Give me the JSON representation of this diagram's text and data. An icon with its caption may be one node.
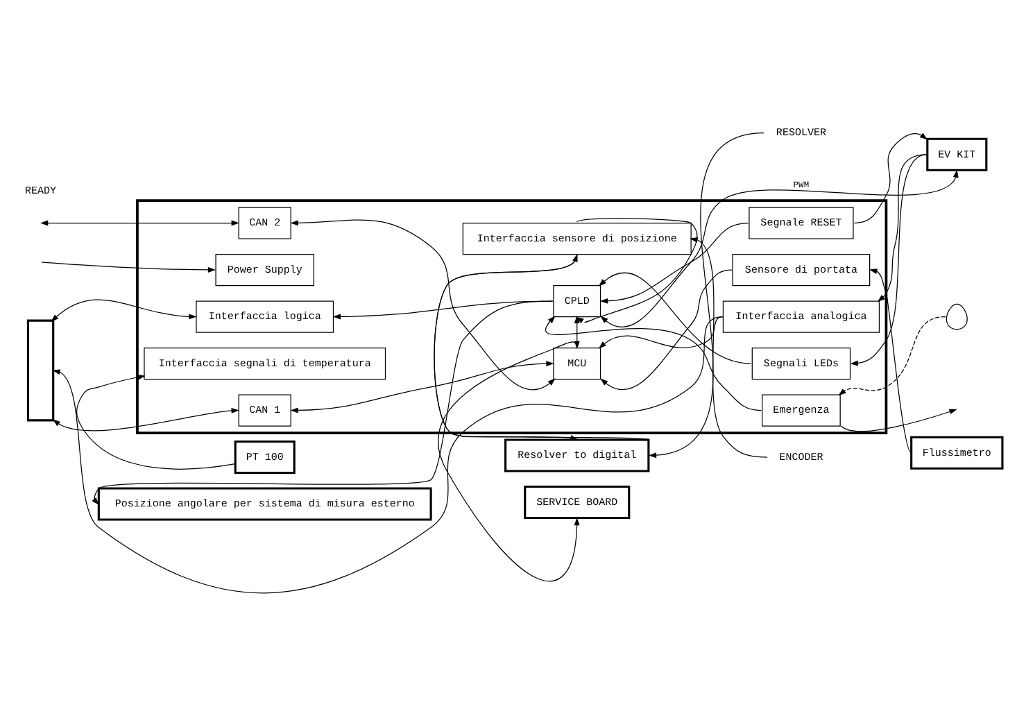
{
  "diagram": {
    "nodes": [
      {
        "text": [
          "PT 100"
        ]
      },
      {
        "text": [
          "SERVICE BOARD"
        ]
      },
      {
        "text": [],
        "shape": "box"
      },
      {
        "text": [
          "Interfaccia segnali di temperatura"
        ],
        "in": 2
      },
      {
        "text": [],
        "shape": "box"
      },
      {
        "text": [
          "Interfaccia analogica"
        ],
        "in": 2
      },
      {
        "text": [
          "EV KIT"
        ]
      },
      {
        "text": [
          "MCU"
        ],
        "in": 2
      },
      {
        "text": [
          "Segnali LEDs"
        ],
        "in": 2
      },
      {
        "text": [
          "Interfaccia logica"
        ],
        "in": 2
      },
      {
        "text": [
          "CPLD"
        ],
        "in": 2
      },
      {
        "text": [
          "Segnale RESET"
        ],
        "in": 2
      },
      {
        "text": [
          "CAN 1"
        ],
        "in": 2
      },
      {
        "text": [
          "CAN 2"
        ],
        "in": 2
      },
      {
        "text": [
          "Sensore di portata"
        ],
        "in": 2
      },
      {
        "text": [
          "Flussimetro"
        ]
      },
      {
        "text": [
          "Power Supply"
        ],
        "in": 2
      },
      {
        "text": [
          "Interfaccia sensore di posizione"
        ],
        "in": 2
      },
      {
        "text": [
          "Emergenza"
        ],
        "in": 2
      },
      {
        "text": [],
        "shape": "button"
      },
      {
        "text": [
          "Posizione angolare per sistema di misura esterno"
        ]
      },
      {
        "text": [
          "Resolver to digital"
        ]
      },
      {
        "text": [
          "ENCODER"
        ]
      },
      {
        "text": [
          "RESOLVER"
        ]
      }
    ],
    "edges": [
      {
        "from": 0,
        "to": 3,
        "arrow": "to"
      },
      {
        "from": 7,
        "to": 1,
        "arrow": "to"
      },
      {
        "from": 5,
        "to": 4,
        "arrow": "to"
      },
      {
        "from": 5,
        "to": 7,
        "arrow": "to"
      },
      {
        "from": 6,
        "to": 5,
        "arrow": "to"
      },
      {
        "from": 6,
        "to": 8,
        "arrow": "to"
      },
      {
        "from": 8,
        "to": 10,
        "arrow": "to"
      },
      {
        "from": 11,
        "to": 10,
        "arrow": "to"
      },
      {
        "from": 11,
        "to": 6,
        "arrow": "to"
      },
      {
        "from": 10,
        "to": 6,
        "arrow": "both",
        "label": "PWM"
      },
      {
        "from": 7,
        "to": 10,
        "arrow": "both"
      },
      {
        "from": 4,
        "to": 9,
        "arrow": "both"
      },
      {
        "from": 10,
        "to": 9,
        "arrow": "to"
      },
      {
        "from": 4,
        "to": 12,
        "arrow": "both"
      },
      {
        "from": 7,
        "to": 12,
        "arrow": "both"
      },
      {
        "from": 7,
        "to": 13,
        "arrow": "both"
      },
      {
        "from": null,
        "to": 13,
        "arrow": "both"
      },
      {
        "from": null,
        "to": 16,
        "arrow": "to"
      },
      {
        "from": 14,
        "to": 7,
        "arrow": "to"
      },
      {
        "from": 15,
        "to": 14,
        "arrow": "to"
      },
      {
        "from": 18,
        "to": 10,
        "arrow": "to"
      },
      {
        "from": 19,
        "to": 18,
        "arrow": "to",
        "style": "dashed"
      },
      {
        "from": 18,
        "to": null,
        "arrow": "to"
      },
      {
        "from": 17,
        "to": 10,
        "arrow": "to"
      },
      {
        "from": 10,
        "to": 20,
        "arrow": "to"
      },
      {
        "from": 21,
        "to": 17,
        "arrow": "to"
      },
      {
        "from": 17,
        "to": 21,
        "arrow": "to"
      },
      {
        "from": 22,
        "to": 17,
        "arrow": "to"
      },
      {
        "from": 23,
        "to": 21,
        "arrow": "to"
      }
    ],
    "labels": [
      "READY"
    ]
  }
}
